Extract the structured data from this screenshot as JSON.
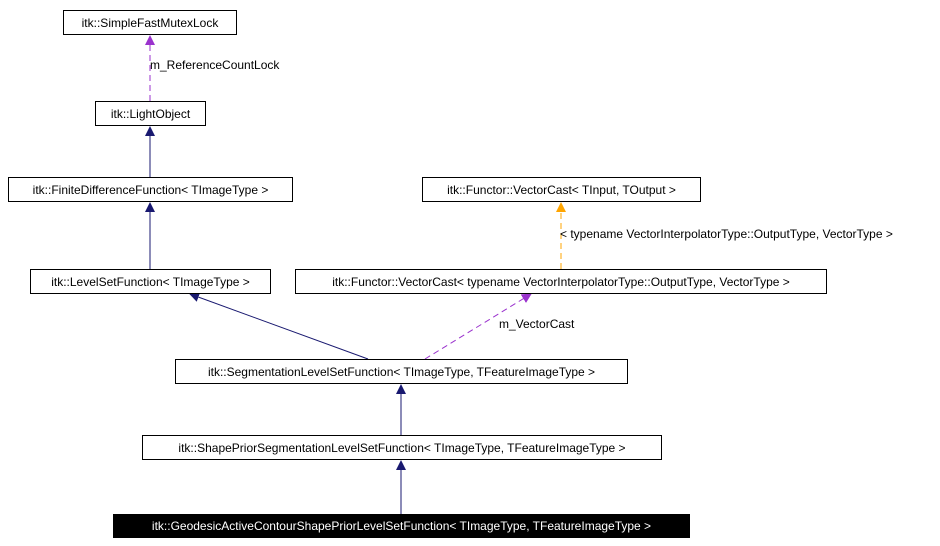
{
  "nodes": {
    "simple_fast_mutex_lock": "itk::SimpleFastMutexLock",
    "light_object": "itk::LightObject",
    "finite_difference_function": "itk::FiniteDifferenceFunction< TImageType >",
    "level_set_function": "itk::LevelSetFunction< TImageType >",
    "vector_cast_template": "itk::Functor::VectorCast< TInput, TOutput >",
    "vector_cast_instance": "itk::Functor::VectorCast< typename VectorInterpolatorType::OutputType, VectorType >",
    "segmentation_level_set_function": "itk::SegmentationLevelSetFunction< TImageType, TFeatureImageType >",
    "shape_prior_segmentation_level_set_function": "itk::ShapePriorSegmentationLevelSetFunction< TImageType, TFeatureImageType >",
    "geodesic_active_contour_shape_prior_level_set_function": "itk::GeodesicActiveContourShapePriorLevelSetFunction< TImageType, TFeatureImageType >"
  },
  "edge_labels": {
    "reference_count_lock": "m_ReferenceCountLock",
    "template_args": "< typename VectorInterpolatorType::OutputType, VectorType >",
    "vector_cast_member": "m_VectorCast"
  },
  "colors": {
    "inheritance": "#191970",
    "usage": "#9a32cd",
    "template_instance": "#ffa500",
    "current_node_fill": "#000000"
  }
}
